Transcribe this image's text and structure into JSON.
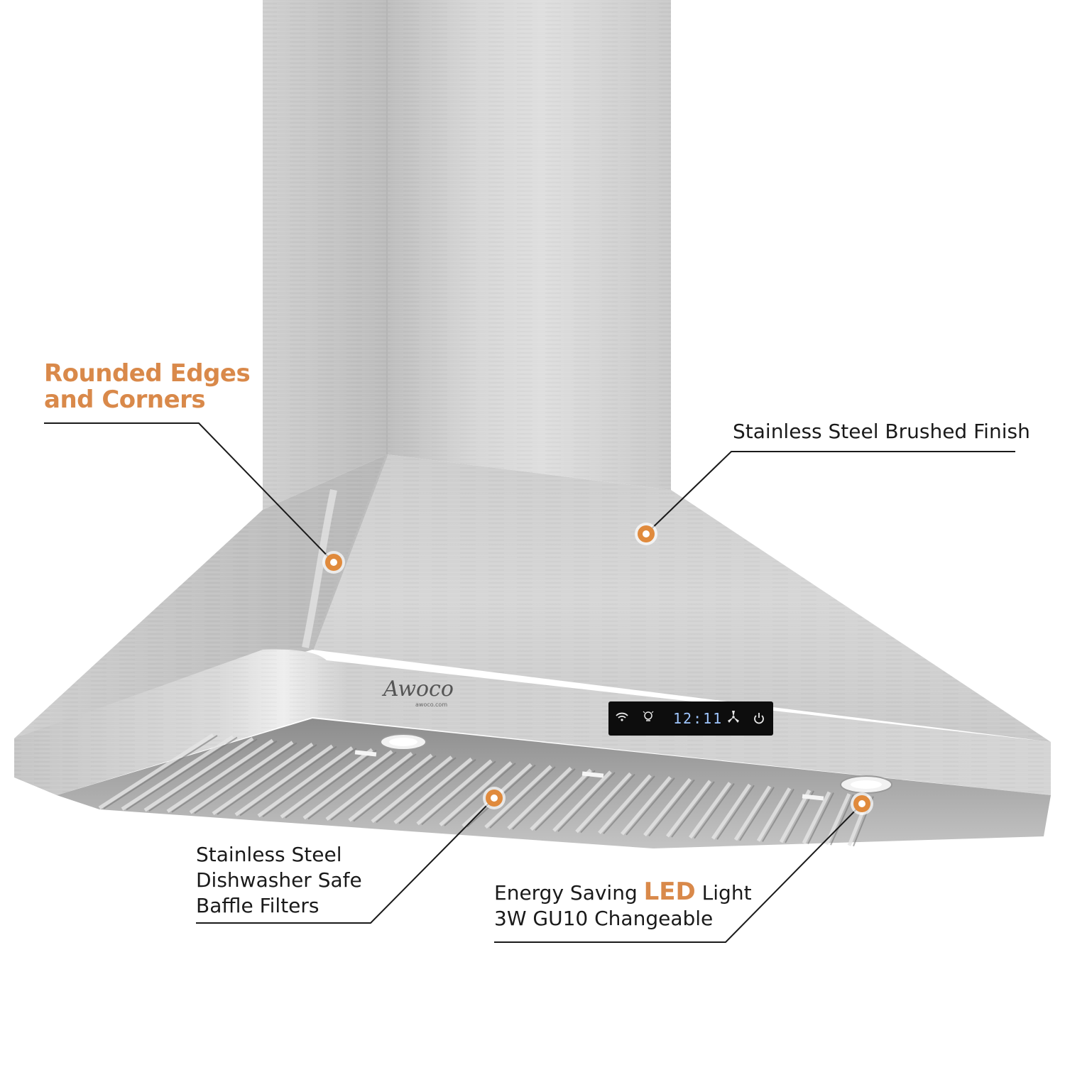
{
  "brand": "Awoco",
  "brand_url": "awoco.com",
  "display": {
    "time": "12:11"
  },
  "callouts": {
    "rounded_edges": {
      "line1": "Rounded Edges",
      "line2": "and Corners"
    },
    "brushed_finish": {
      "text": "Stainless Steel Brushed Finish"
    },
    "baffle_filters": {
      "line1": "Stainless Steel",
      "line2": "Dishwasher Safe",
      "line3": "Baffle Filters"
    },
    "led_light": {
      "prefix": "Energy Saving ",
      "accent": "LED",
      "suffix": " Light",
      "line2": "3W GU10 Changeable"
    }
  },
  "colors": {
    "accent": "#d9894a",
    "text": "#1a1a1a",
    "steel_light": "#dcdcdc",
    "steel_dark": "#a9a9a9"
  },
  "icons": [
    "wifi-icon",
    "light-bulb-icon",
    "fan-icon",
    "power-icon"
  ]
}
